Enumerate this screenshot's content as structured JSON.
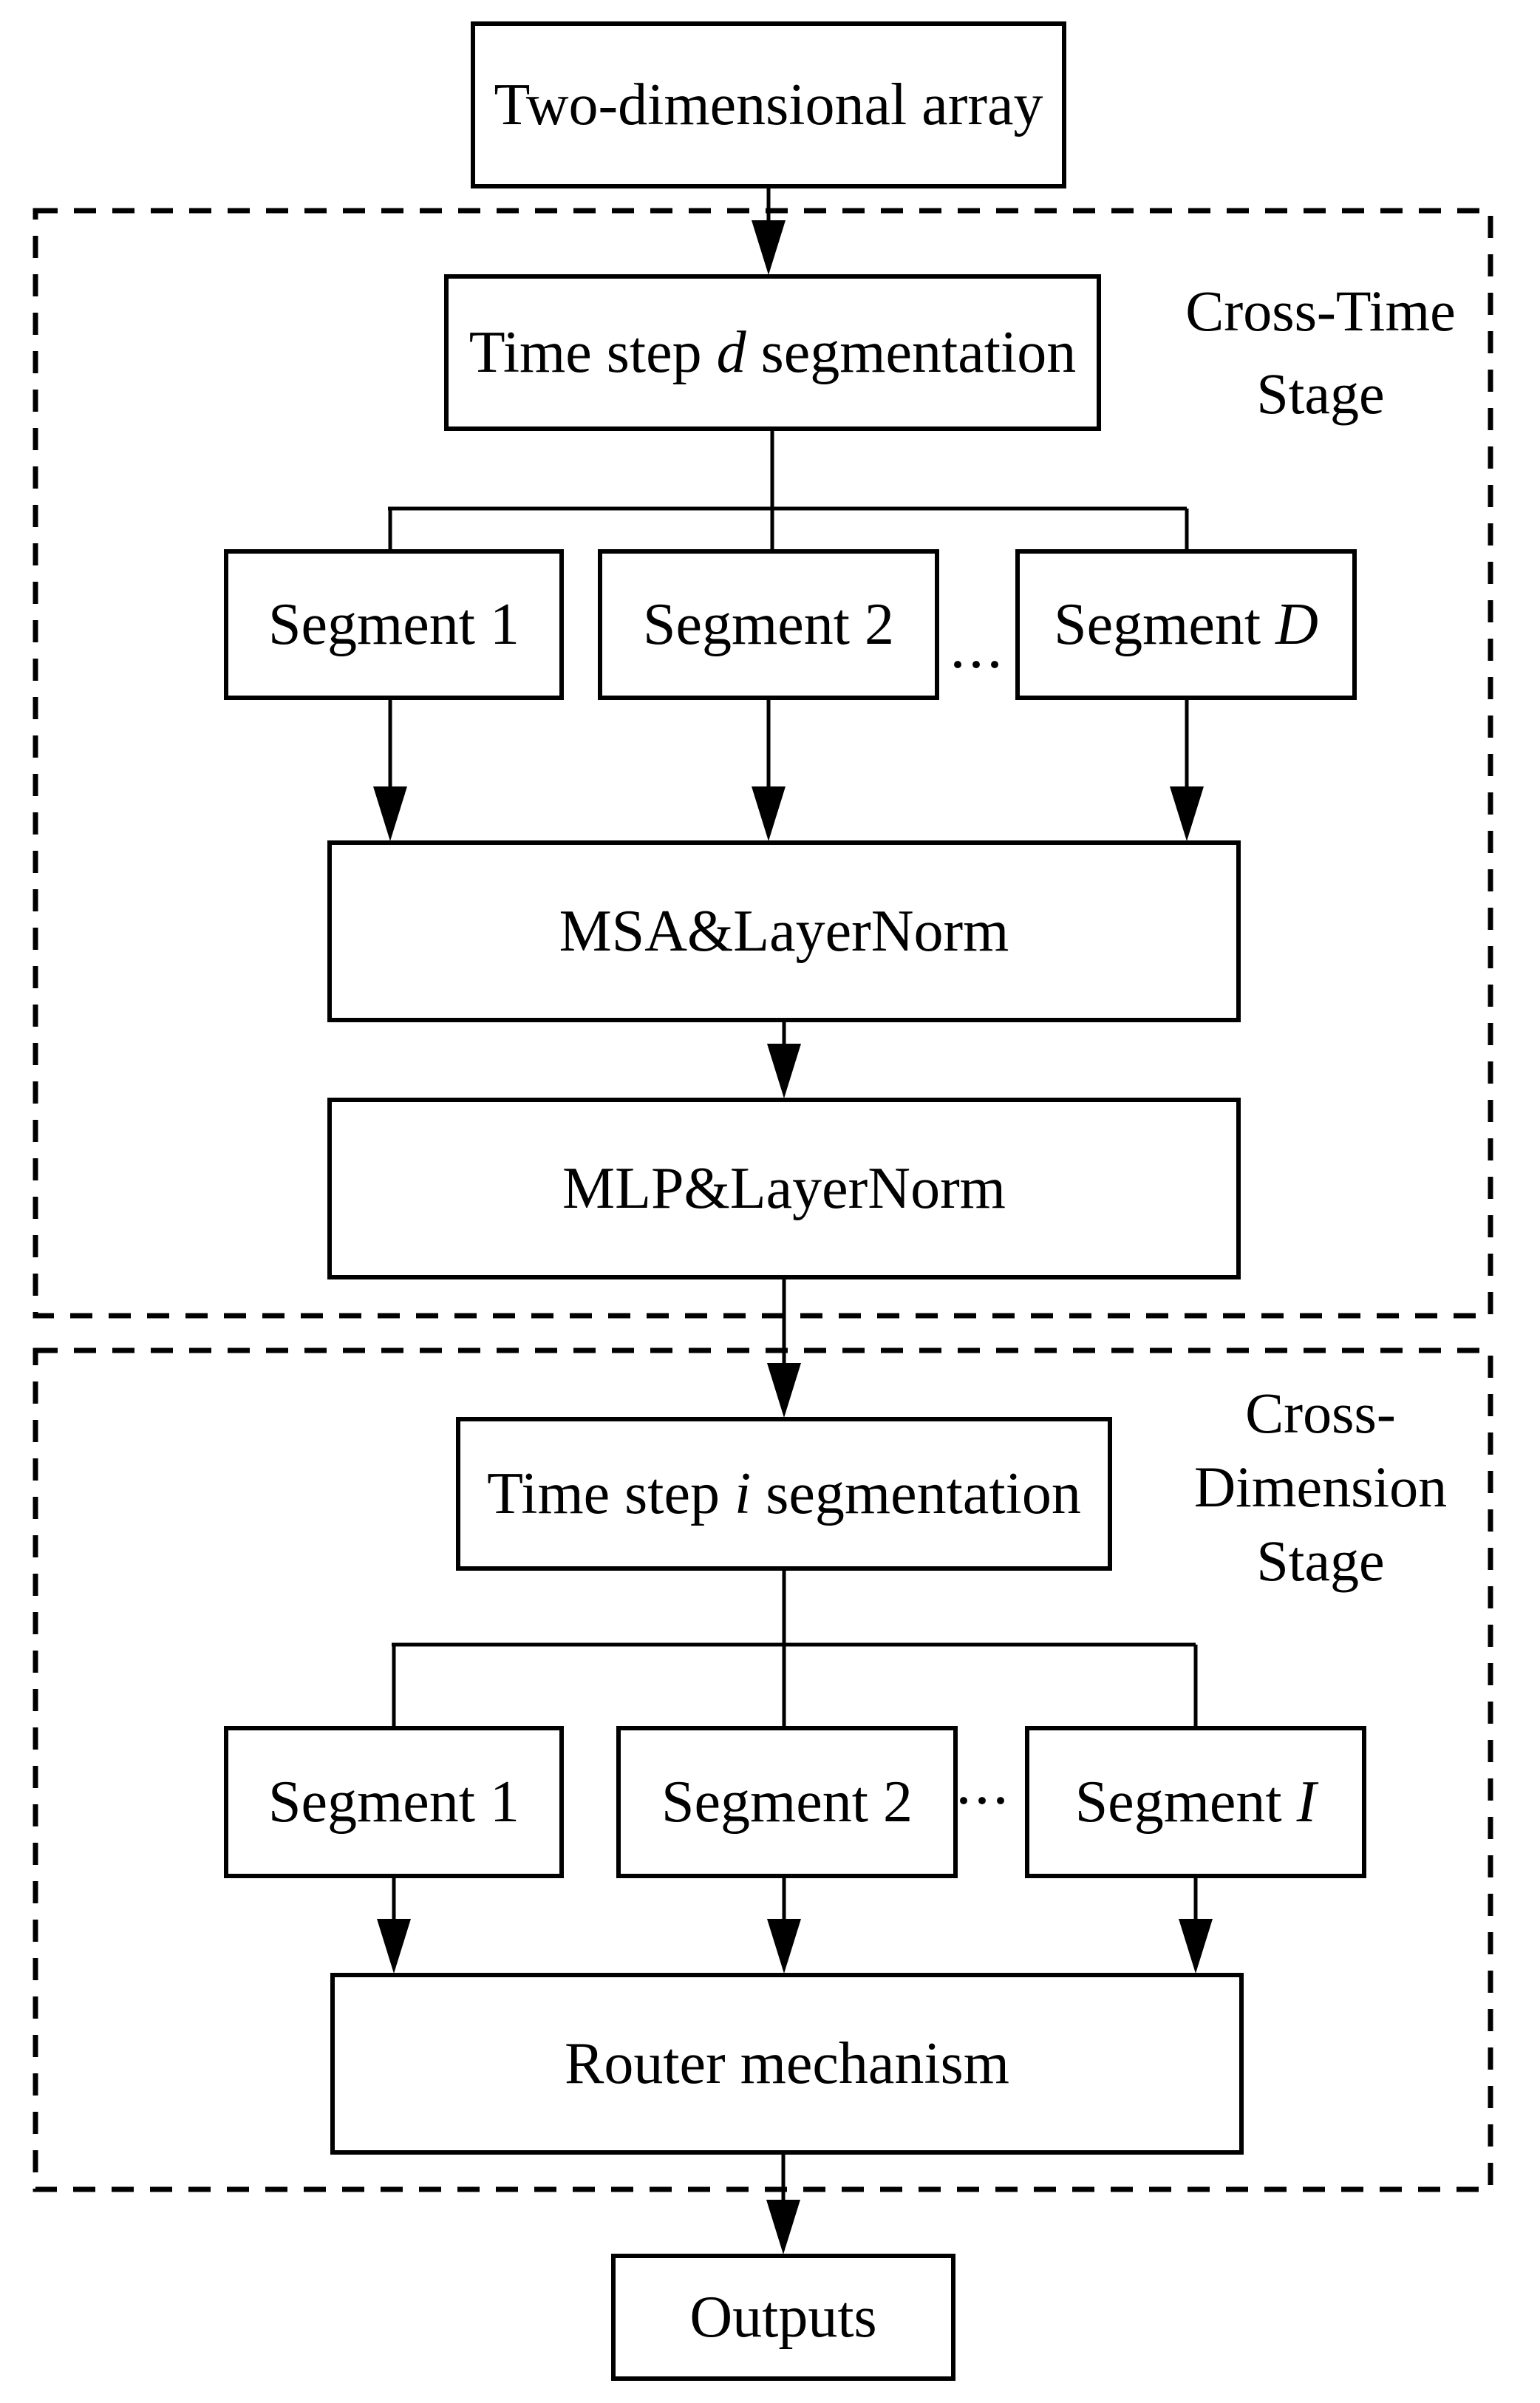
{
  "figure": {
    "background_color": "#ffffff",
    "line_color": "#000000",
    "top_box": {
      "label": "Two-dimensional array"
    },
    "stage1": {
      "title_lines": [
        "Cross-Time",
        "Stage"
      ],
      "segmentation": {
        "prefix": "Time step ",
        "variable": "d",
        "suffix": " segmentation"
      },
      "segments": [
        {
          "prefix": "Segment ",
          "variable": "1"
        },
        {
          "prefix": "Segment ",
          "variable": "2"
        },
        {
          "prefix": "Segment ",
          "variable": "D"
        }
      ],
      "ellipsis": "...",
      "msa": {
        "label": "MSA&LayerNorm"
      },
      "mlp": {
        "label": "MLP&LayerNorm"
      }
    },
    "stage2": {
      "title_lines": [
        "Cross-",
        "Dimension",
        "Stage"
      ],
      "segmentation": {
        "prefix": "Time step ",
        "variable": "i",
        "suffix": " segmentation"
      },
      "segments": [
        {
          "prefix": "Segment ",
          "variable": "1"
        },
        {
          "prefix": "Segment ",
          "variable": "2"
        },
        {
          "prefix": "Segment ",
          "variable": "I"
        }
      ],
      "ellipsis": "...",
      "router": {
        "label": "Router mechanism"
      }
    },
    "outputs": {
      "label": "Outputs"
    }
  }
}
